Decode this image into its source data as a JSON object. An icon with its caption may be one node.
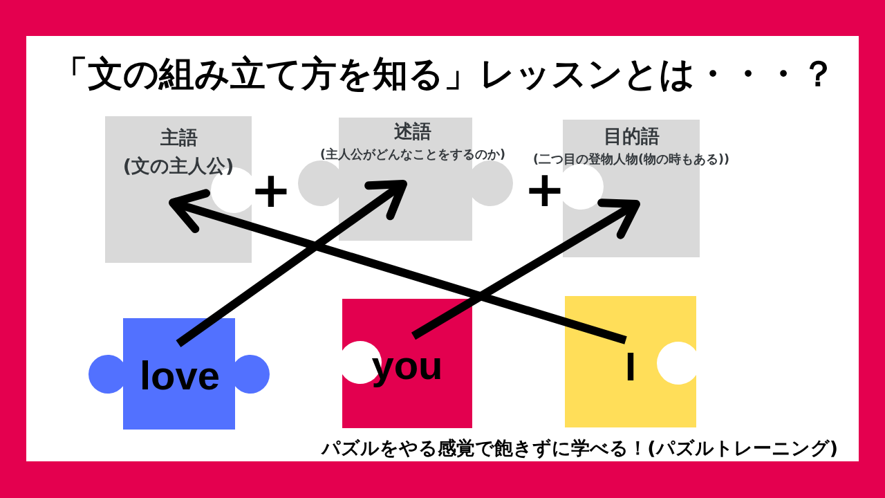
{
  "diagram": {
    "title": "「文の組み立て方を知る」レッスンとは・・・？",
    "caption": "パズルをやる感覚で飽きずに学べる！(パズルトレーニング)",
    "nodes": [
      {
        "text": [
          "主語",
          "(文の主人公)"
        ]
      },
      {
        "text": [
          "述語",
          "(主人公がどんなことをするのか)"
        ]
      },
      {
        "text": [
          "目的語",
          "(二つ目の登物人物(物の時もある))"
        ]
      },
      {
        "text": [
          "love"
        ]
      },
      {
        "text": [
          "you"
        ]
      },
      {
        "text": [
          "I"
        ]
      }
    ],
    "edges": [
      {
        "from": 3,
        "to": 1,
        "arrow": "to"
      },
      {
        "from": 4,
        "to": 2,
        "arrow": "to"
      },
      {
        "from": 5,
        "to": 0,
        "arrow": "to"
      }
    ],
    "labels": [
      "+",
      "+"
    ]
  }
}
